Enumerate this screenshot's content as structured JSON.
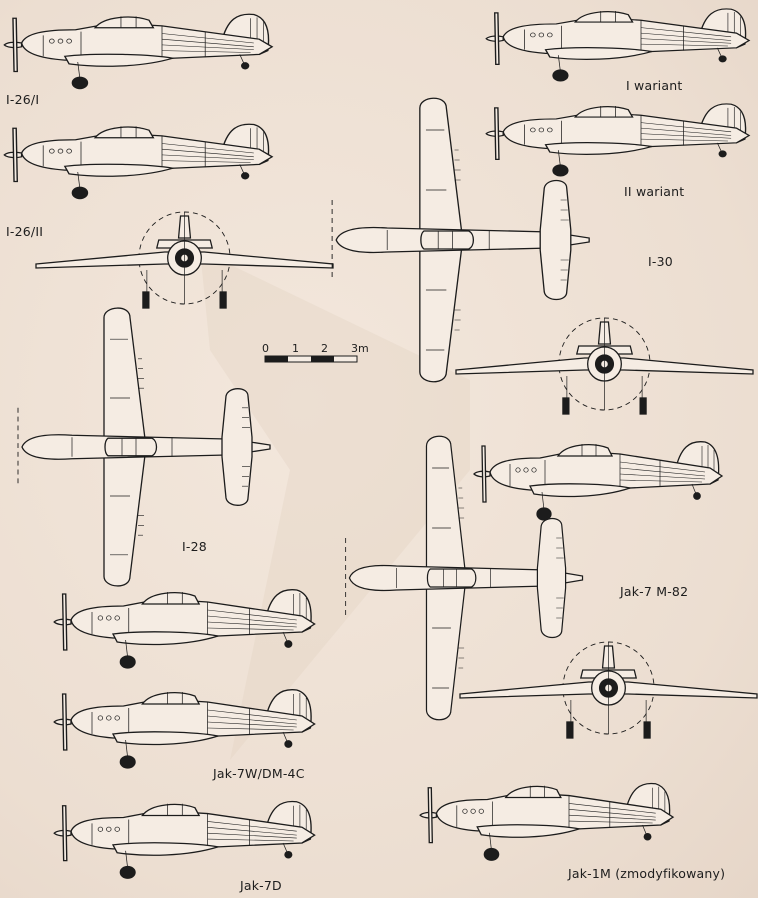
{
  "labels": {
    "i26_1": "I-26/I",
    "i26_2": "I-26/II",
    "variant_1": "I wariant",
    "variant_2": "II wariant",
    "i30": "I-30",
    "i28": "I-28",
    "jak7m82": "Jak-7 M-82",
    "jak7w": "Jak-7W/DM-4C",
    "jak7d": "Jak-7D",
    "jak1m": "Jak-1M (zmodyfikowany)"
  },
  "scale_bar": {
    "ticks": [
      "0",
      "1",
      "2",
      "3m"
    ]
  },
  "colors": {
    "ink": "#1c1c1c",
    "paper": "#efe2d6",
    "fill": "#f5ece3"
  }
}
